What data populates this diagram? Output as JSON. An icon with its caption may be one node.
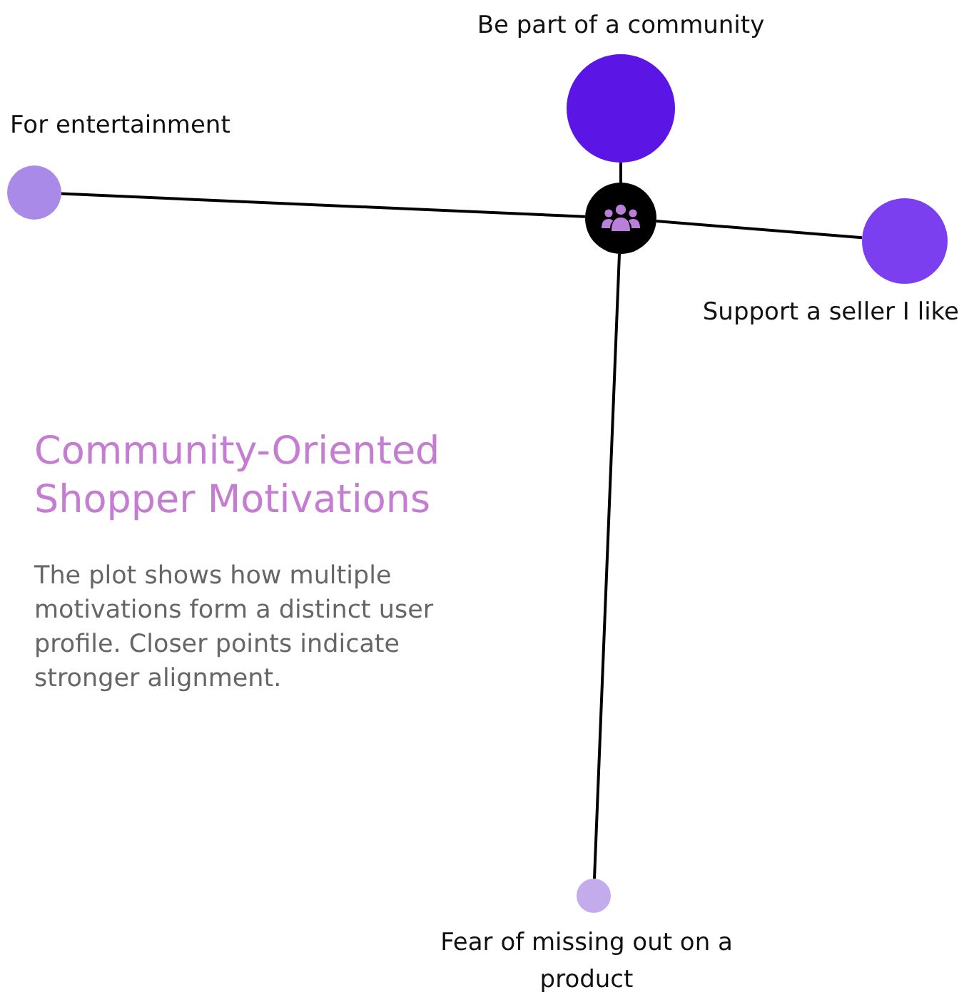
{
  "diagram": {
    "title": "Community-Oriented Shopper Motivations",
    "caption": "The plot shows how multiple motivations form a distinct user profile. Closer points indicate stronger alignment.",
    "nodes": [
      {
        "text": [],
        "shape": "circle",
        "beside": [
          "Be part of a community"
        ]
      },
      {
        "text": [],
        "shape": "circle",
        "beside": [
          "For entertainment"
        ]
      },
      {
        "text": [],
        "shape": "circle"
      },
      {
        "text": [],
        "shape": "circle",
        "beside": [
          "Support a seller I like"
        ]
      },
      {
        "text": [],
        "shape": "circle",
        "beside": [
          "Fear of missing out on a product"
        ]
      }
    ],
    "edges": [
      {
        "from": 2,
        "to": 0,
        "arrow": "none"
      },
      {
        "from": 2,
        "to": 1,
        "arrow": "none"
      },
      {
        "from": 2,
        "to": 3,
        "arrow": "none"
      },
      {
        "from": 2,
        "to": 4,
        "arrow": "none"
      }
    ]
  }
}
